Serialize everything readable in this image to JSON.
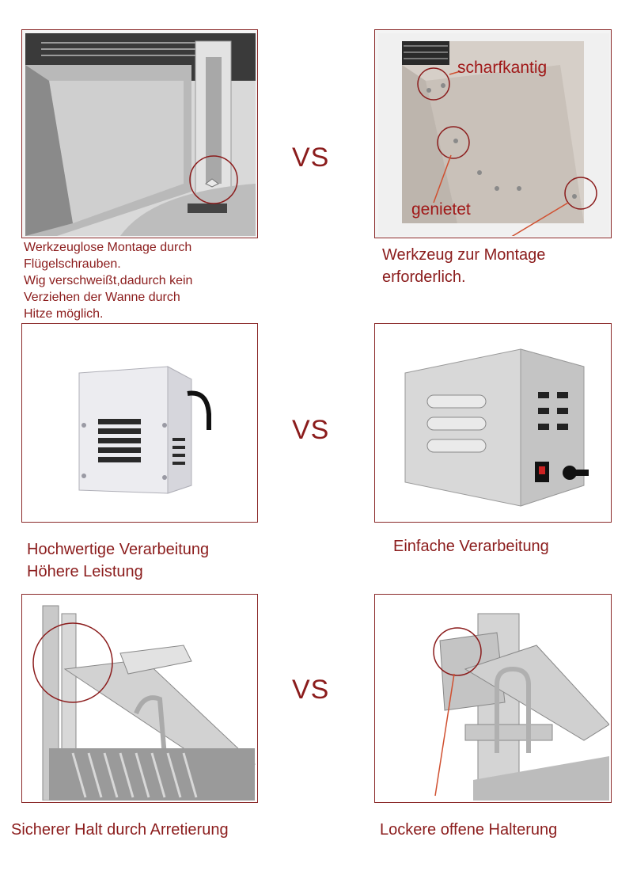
{
  "vs_label": "VS",
  "row1": {
    "left_caption": [
      "Werkzeuglose Montage durch",
      "Flügelschrauben.",
      "Wig verschweißt,dadurch kein",
      "Verziehen der Wanne durch",
      "Hitze möglich."
    ],
    "right_caption": [
      "Werkzeug zur Montage",
      "erforderlich."
    ],
    "right_annotations": {
      "sharp": "scharfkantig",
      "riveted": "genietet"
    }
  },
  "row2": {
    "left_caption": [
      "Hochwertige Verarbeitung",
      "Höhere Leistung"
    ],
    "right_caption": [
      "Einfache Verarbeitung"
    ]
  },
  "row3": {
    "left_caption": [
      "Sicherer Halt durch Arretierung"
    ],
    "right_caption": [
      "Lockere offene Halterung"
    ]
  },
  "colors": {
    "accent": "#8b1c1c",
    "frame": "#8b2a2a",
    "steel": "#c8c8c8"
  }
}
